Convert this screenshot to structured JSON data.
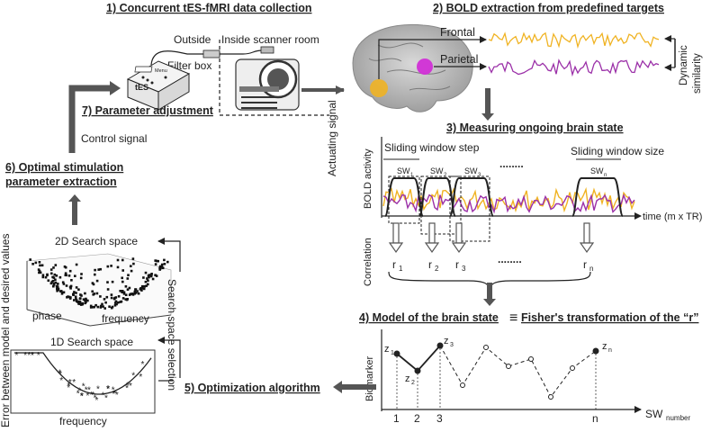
{
  "steps": {
    "s1": "1) Concurrent tES-fMRI data collection",
    "s2": "2) BOLD extraction from predefined targets",
    "s3": "3) Measuring ongoing brain state",
    "s4a": "4) Model of the brain state",
    "s4b": "Fisher's transformation of the “r”",
    "s5": "5) Optimization algorithm",
    "s6a": "6) Optimal stimulation",
    "s6b": "parameter extraction",
    "s7": "7) Parameter adjustment"
  },
  "equiv_symbol": "≡",
  "scanner": {
    "outside": "Outside",
    "inside": "Inside scanner room",
    "filter_box": "Filter box",
    "device_label": "tES",
    "device_menu": "Menu"
  },
  "signals": {
    "control": "Control signal",
    "actuating": "Actuating signal"
  },
  "bold": {
    "frontal": "Frontal",
    "parietal": "Parietal",
    "dynamic": "Dynamic",
    "similarity": "similarity",
    "frontal_color": "#f0b323",
    "parietal_color": "#9b30a8"
  },
  "window": {
    "step": "Sliding window step",
    "size": "Sliding window size",
    "ylabel": "BOLD activity",
    "xlabel": "time (m x TR)",
    "corr": "Correlation",
    "sw": [
      "SW",
      "SW",
      "SW",
      "SW"
    ],
    "sw_sub": [
      "1",
      "2",
      "3",
      "n"
    ],
    "r": [
      "r",
      "r",
      "r",
      "r"
    ],
    "r_sub": [
      "1",
      "2",
      "3",
      "n"
    ],
    "dots": "........"
  },
  "biomarker": {
    "ylabel": "Biomarker",
    "xlabel": "SW",
    "xlabel_sub": "number",
    "ticks": [
      "1",
      "2",
      "3",
      "n"
    ],
    "z": [
      "z",
      "z",
      "z",
      "z"
    ],
    "z_sub": [
      "1",
      "2",
      "3",
      "n"
    ]
  },
  "search": {
    "space2d": "2D Search space",
    "space1d": "1D Search space",
    "phase": "phase",
    "frequency": "frequency",
    "frequency2": "frequency",
    "selection": "Search space selection",
    "error_axis": "Error between model and desired values"
  }
}
